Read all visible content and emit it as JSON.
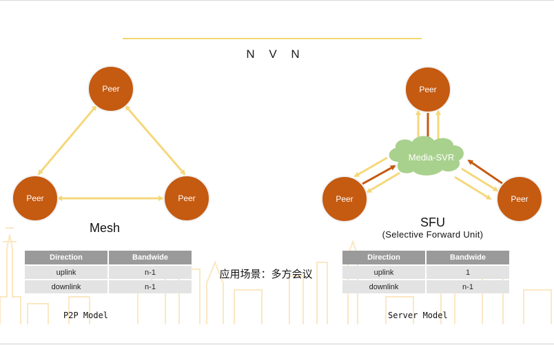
{
  "title": "N V N",
  "mesh": {
    "node_label": "Peer",
    "caption": "Mesh",
    "table": {
      "headers": [
        "Direction",
        "Bandwide"
      ],
      "rows": [
        [
          "uplink",
          "n-1"
        ],
        [
          "downlink",
          "n-1"
        ]
      ]
    },
    "model": "P2P Model"
  },
  "sfu": {
    "node_label": "Peer",
    "server_label": "Media-SVR",
    "caption": "SFU",
    "subcaption": "(Selective Forward Unit)",
    "table": {
      "headers": [
        "Direction",
        "Bandwide"
      ],
      "rows": [
        [
          "uplink",
          "1"
        ],
        [
          "downlink",
          "n-1"
        ]
      ]
    },
    "model": "Server Model"
  },
  "scene": "应用场景：多方会议",
  "colors": {
    "peer": "#c55a11",
    "peer_border": "#f1f1f1",
    "server": "#a9d18e",
    "upload_arrow": "#c55a11",
    "download_arrow": "#f5d77a",
    "accent_line": "#f2d872",
    "table_header": "#9a9a9a",
    "table_cell": "#e3e3e3",
    "skyline": "#fbe7c2"
  }
}
